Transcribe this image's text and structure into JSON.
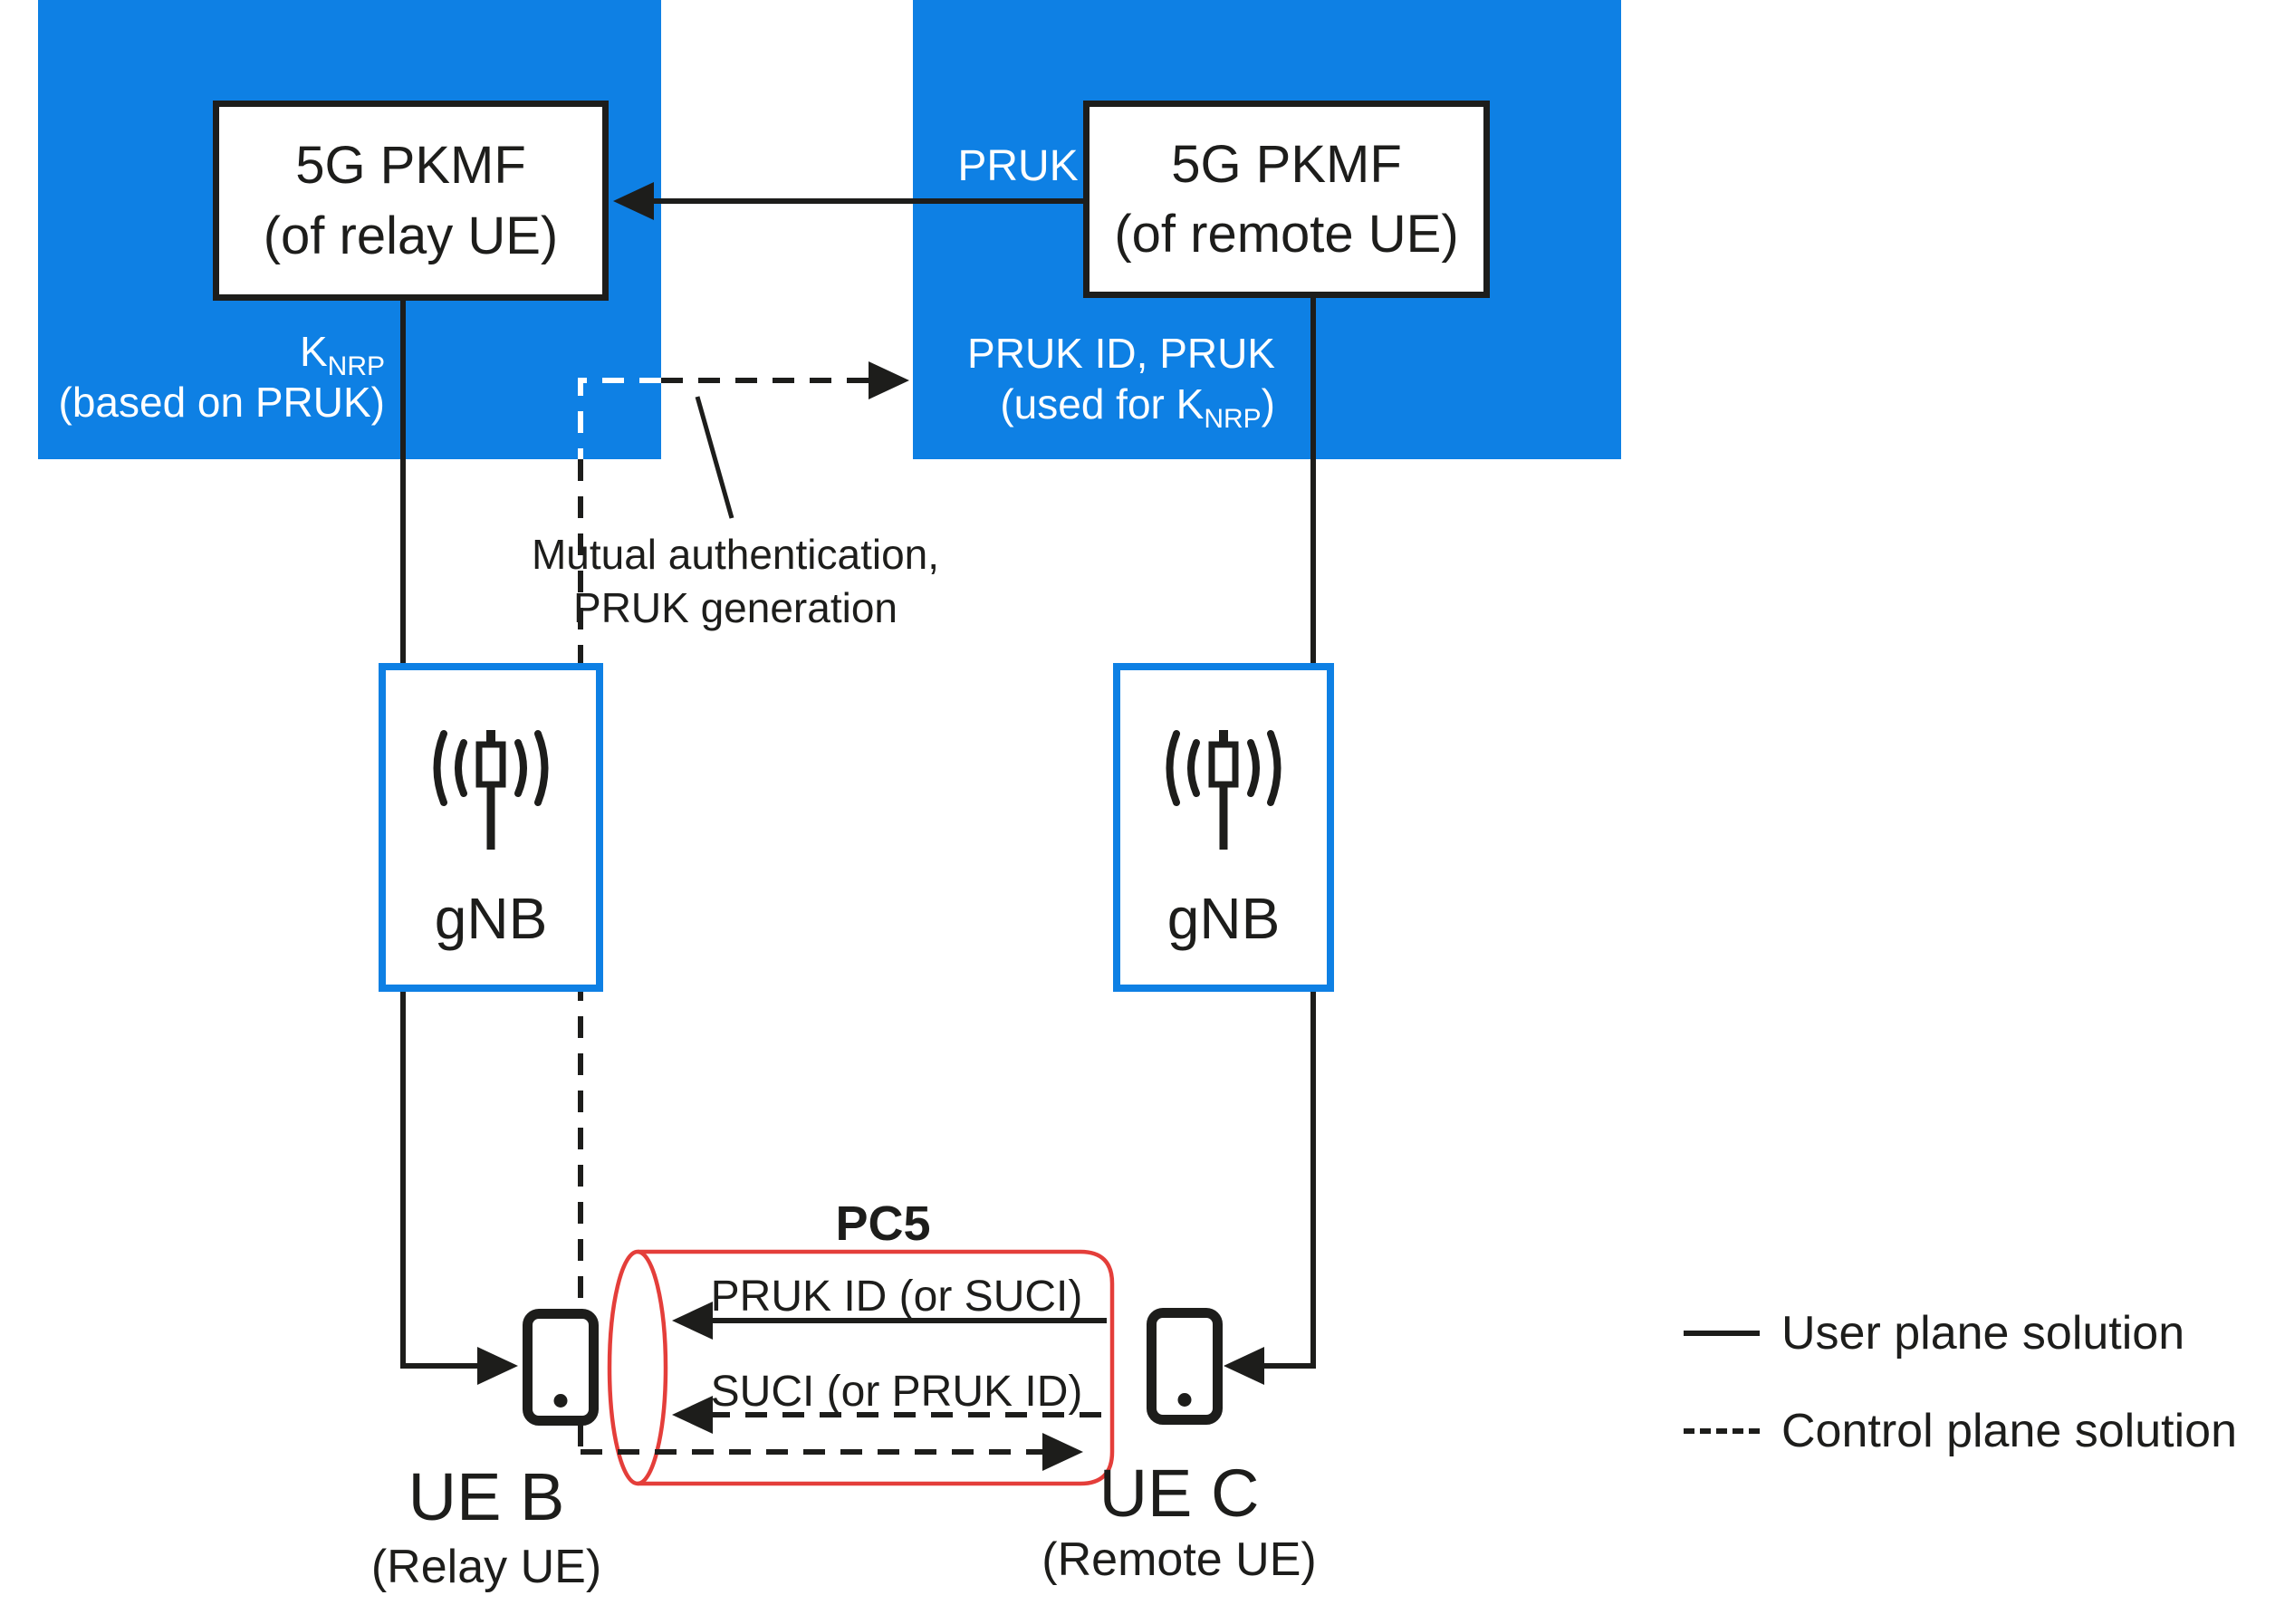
{
  "colors": {
    "network_blue": "#0e80e4",
    "tunnel_red": "#e43e3a",
    "ink": "#1d1d1b",
    "background": "#ffffff"
  },
  "boxes": {
    "pkmf_relay": {
      "line1": "5G PKMF",
      "line2": "(of relay UE)"
    },
    "pkmf_remote": {
      "line1": "5G PKMF",
      "line2": "(of remote UE)"
    },
    "gnb_left": {
      "label": "gNB",
      "icon": "cell-tower-antenna-icon"
    },
    "gnb_right": {
      "label": "gNB",
      "icon": "cell-tower-antenna-icon"
    }
  },
  "labels": {
    "pruk": "PRUK",
    "knrp": {
      "base": "K",
      "sub": "NRP",
      "line2": "(based on PRUK)"
    },
    "pruk_id": {
      "line1": "PRUK ID, PRUK",
      "line2_pre": "(used for K",
      "line2_sub": "NRP",
      "line2_post": ")"
    },
    "mutual": {
      "line1": "Mutual authentication,",
      "line2": "PRUK generation"
    },
    "pc5": "PC5",
    "msg_user_plane": "PRUK ID (or SUCI)",
    "msg_control_plane": "SUCI (or PRUK ID)"
  },
  "ues": {
    "ue_b": {
      "name": "UE B",
      "role": "(Relay UE)",
      "icon": "smartphone-icon"
    },
    "ue_c": {
      "name": "UE C",
      "role": "(Remote UE)",
      "icon": "smartphone-icon"
    }
  },
  "legend": {
    "items": [
      {
        "line_style": "solid",
        "label": "User plane solution"
      },
      {
        "line_style": "dashed",
        "label": "Control plane solution"
      }
    ]
  }
}
